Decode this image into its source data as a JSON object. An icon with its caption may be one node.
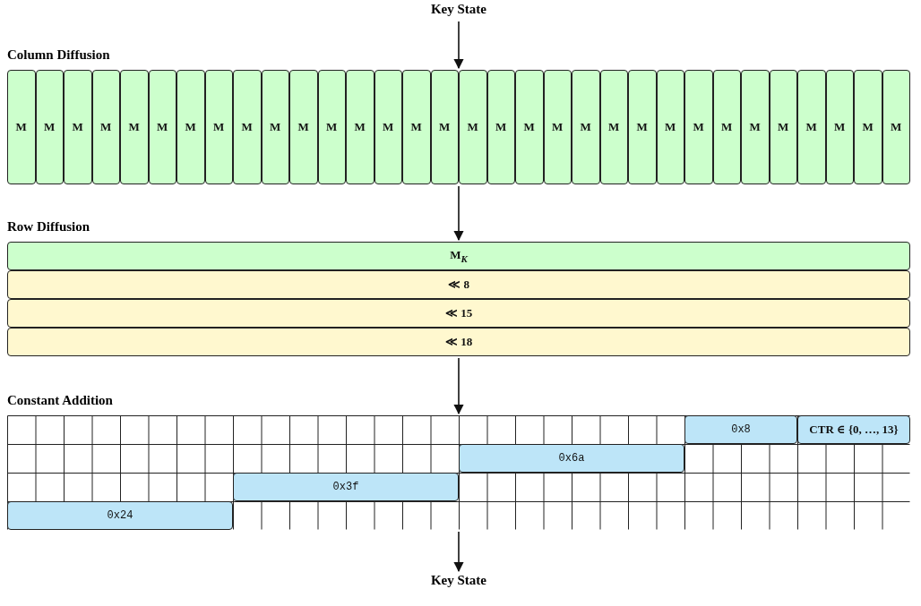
{
  "diagram": {
    "nodes": [
      {
        "text": [
          "Key State"
        ]
      },
      {
        "text": [
          "Column Diffusion"
        ]
      },
      {
        "text": [
          "M"
        ],
        "in": 1
      },
      {
        "text": [
          "M"
        ],
        "in": 1
      },
      {
        "text": [
          "M"
        ],
        "in": 1
      },
      {
        "text": [
          "M"
        ],
        "in": 1
      },
      {
        "text": [
          "M"
        ],
        "in": 1
      },
      {
        "text": [
          "M"
        ],
        "in": 1
      },
      {
        "text": [
          "M"
        ],
        "in": 1
      },
      {
        "text": [
          "M"
        ],
        "in": 1
      },
      {
        "text": [
          "M"
        ],
        "in": 1
      },
      {
        "text": [
          "M"
        ],
        "in": 1
      },
      {
        "text": [
          "M"
        ],
        "in": 1
      },
      {
        "text": [
          "M"
        ],
        "in": 1
      },
      {
        "text": [
          "M"
        ],
        "in": 1
      },
      {
        "text": [
          "M"
        ],
        "in": 1
      },
      {
        "text": [
          "M"
        ],
        "in": 1
      },
      {
        "text": [
          "M"
        ],
        "in": 1
      },
      {
        "text": [
          "M"
        ],
        "in": 1
      },
      {
        "text": [
          "M"
        ],
        "in": 1
      },
      {
        "text": [
          "M"
        ],
        "in": 1
      },
      {
        "text": [
          "M"
        ],
        "in": 1
      },
      {
        "text": [
          "M"
        ],
        "in": 1
      },
      {
        "text": [
          "M"
        ],
        "in": 1
      },
      {
        "text": [
          "M"
        ],
        "in": 1
      },
      {
        "text": [
          "M"
        ],
        "in": 1
      },
      {
        "text": [
          "M"
        ],
        "in": 1
      },
      {
        "text": [
          "M"
        ],
        "in": 1
      },
      {
        "text": [
          "M"
        ],
        "in": 1
      },
      {
        "text": [
          "M"
        ],
        "in": 1
      },
      {
        "text": [
          "M"
        ],
        "in": 1
      },
      {
        "text": [
          "M"
        ],
        "in": 1
      },
      {
        "text": [
          "M"
        ],
        "in": 1
      },
      {
        "text": [
          "M"
        ],
        "in": 1
      },
      {
        "text": [
          "Row Diffusion"
        ]
      },
      {
        "text": [
          "M$_{K}$"
        ],
        "in": 34
      },
      {
        "text": [
          "≪ 8"
        ],
        "in": 34
      },
      {
        "text": [
          "≪ 15"
        ],
        "in": 34
      },
      {
        "text": [
          "≪ 18"
        ],
        "in": 34
      },
      {
        "text": [
          "Constant Addition"
        ]
      },
      {
        "text": [
          "0x8"
        ],
        "in": 39
      },
      {
        "text": [
          "CTR ∈ {0, …, 13}"
        ],
        "in": 39
      },
      {
        "text": [
          "0x6a"
        ],
        "in": 39
      },
      {
        "text": [
          "0x3f"
        ],
        "in": 39
      },
      {
        "text": [
          "0x24"
        ],
        "in": 39
      },
      {
        "text": [
          "Key State"
        ]
      }
    ],
    "edges": [
      {
        "from": 0,
        "to": 1,
        "arrow": "to"
      },
      {
        "from": 1,
        "to": 34,
        "arrow": "to"
      },
      {
        "from": 34,
        "to": 39,
        "arrow": "to"
      },
      {
        "from": 39,
        "to": 45,
        "arrow": "to"
      }
    ]
  }
}
